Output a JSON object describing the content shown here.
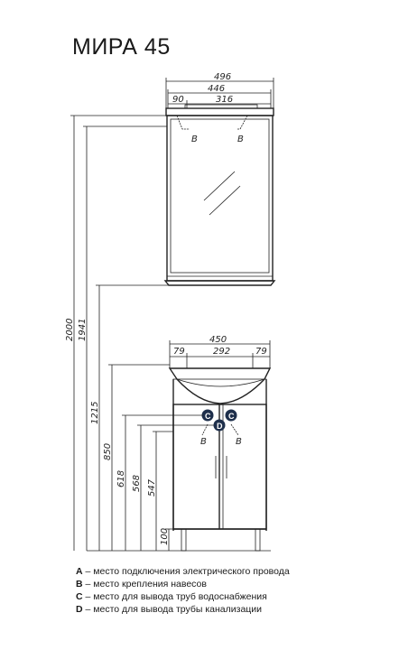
{
  "title": "МИРА 45",
  "mirror": {
    "dims": {
      "overall_width": "496",
      "inner_width": "446",
      "left_offset": "90",
      "mount_spacing": "316"
    },
    "mount_markers": [
      "B",
      "B"
    ]
  },
  "cabinet": {
    "dims": {
      "width": "450",
      "left_offset": "79",
      "center_width": "292",
      "right_offset": "79"
    },
    "markers": [
      "C",
      "C",
      "D",
      "B",
      "B"
    ]
  },
  "heights": [
    "2000",
    "1941",
    "1215",
    "850",
    "618",
    "568",
    "547",
    "100"
  ],
  "legend": [
    {
      "key": "A",
      "text": " – место подключения электрического провода"
    },
    {
      "key": "B",
      "text": " – место крепления навесов"
    },
    {
      "key": "C",
      "text": " – место для вывода труб водоснабжения"
    },
    {
      "key": "D",
      "text": " – место для вывода трубы канализации"
    }
  ]
}
